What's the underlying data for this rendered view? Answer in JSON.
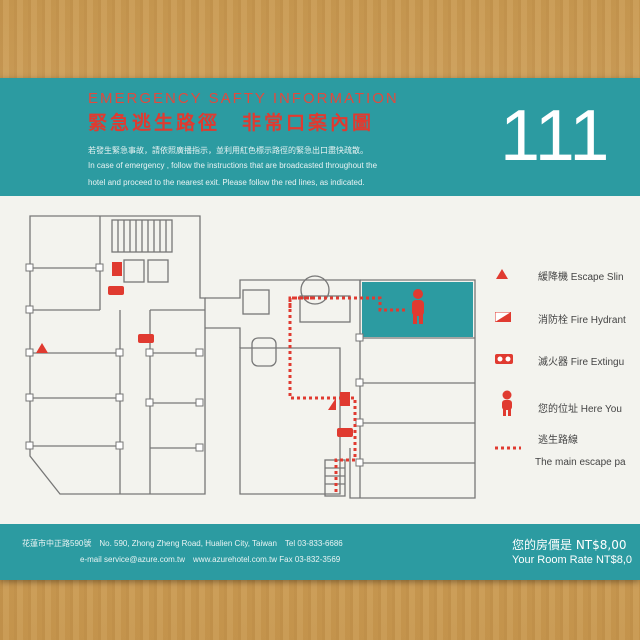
{
  "header": {
    "title_en": "EMERGENCY SAFTY INFORMATION",
    "title_zh": "緊急逃生路徑　非常口案內圖",
    "line_zh": "若發生緊急事故，請依照廣播指示，並利用紅色標示路徑的緊急出口盡快疏散。",
    "line_en_1": "In case of emergency , follow the instructions that are broadcasted throughout the",
    "line_en_2": "hotel and proceed to the nearest exit. Please follow the red lines, as indicated.",
    "room_number": "111"
  },
  "legend": [
    {
      "icon": "escape-sling-icon",
      "label": "緩降機 Escape Slin"
    },
    {
      "icon": "fire-hydrant-icon",
      "label": "消防栓 Fire Hydrant"
    },
    {
      "icon": "fire-extinguisher-icon",
      "label": "滅火器 Fire Extingu"
    },
    {
      "icon": "you-are-here-icon",
      "label": "您的位址 Here You"
    },
    {
      "icon": "escape-path-icon",
      "label_zh": "逃生路線",
      "label_en": "The main escape pa"
    }
  ],
  "footer": {
    "address": "花蓮市中正路590號　No. 590, Zhong Zheng Road, Hualien City, Taiwan　Tel 03-833-6686",
    "contact": "e-mail service@azure.com.tw　www.azurehotel.com.tw Fax 03-832-3569",
    "rate_zh": "您的房價是 NT$8,00",
    "rate_en": "Your Room Rate NT$8,0"
  },
  "colors": {
    "teal": "#2c9ba1",
    "red": "#e03a30",
    "card": "#f3f3ee"
  }
}
